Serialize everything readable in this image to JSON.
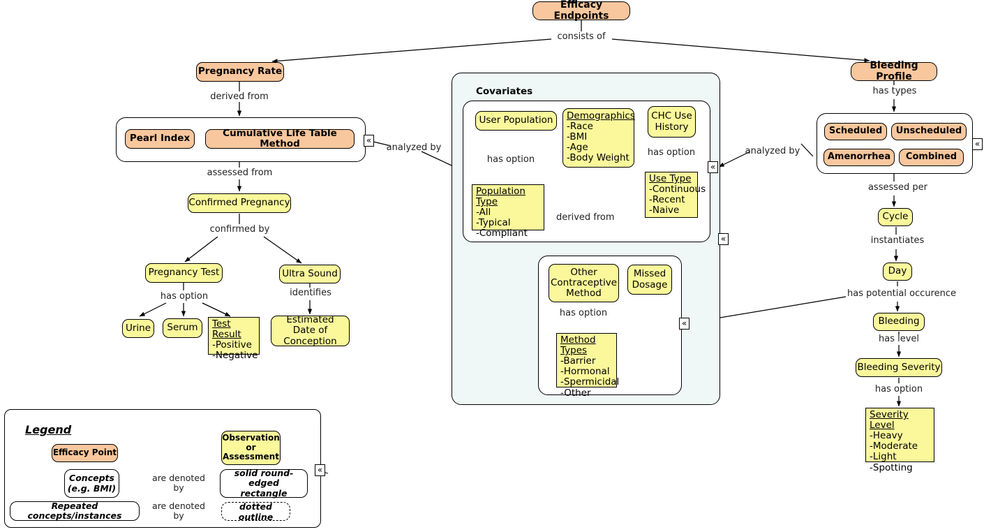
{
  "title_node": {
    "label": "Efficacy Endpoints"
  },
  "root_edge": {
    "label": "consists of"
  },
  "branches": {
    "pregnancy_rate": {
      "label": "Pregnancy Rate"
    },
    "bleeding_profile": {
      "label": "Bleeding Profile"
    }
  },
  "left_branch": {
    "edge_derived_from": "derived from",
    "methods_group": [
      {
        "label": "Pearl Index"
      },
      {
        "label": "Cumulative Life Table Method"
      }
    ],
    "edge_analyzed_by": "analyzed by",
    "edge_assessed_from": "assessed from",
    "confirmed_pregnancy": "Confirmed Pregnancy",
    "edge_confirmed_by": "confirmed by",
    "pregnancy_test": "Pregnancy Test",
    "ultra_sound": "Ultra Sound",
    "edge_has_option": "has option",
    "edge_identifies": "identifies",
    "urine": "Urine",
    "serum": "Serum",
    "test_result": {
      "header": "Test Result",
      "items": [
        "-Positive",
        "-Negative"
      ]
    },
    "estimated_date": "Estimated Date of Conception"
  },
  "covariates": {
    "lane_title": "Covariates",
    "user_population": "User Population",
    "edge_has_option_pop": "has option",
    "population_type": {
      "header": "Population Type",
      "items": [
        "-All",
        "-Typical",
        "-Compliant"
      ]
    },
    "demographics": {
      "header": "Demographics",
      "items": [
        "-Race",
        "-BMI",
        "-Age",
        "-Body Weight"
      ]
    },
    "chc_use_history": "CHC Use History",
    "edge_has_option_chc": "has option",
    "use_type": {
      "header": "Use Type",
      "items": [
        "-Continuous",
        "-Recent",
        "-Naive"
      ]
    },
    "edge_derived_from": "derived from",
    "other_contraceptive_method": "Other Contraceptive Method",
    "missed_dosage": "Missed Dosage",
    "edge_has_option_method": "has option",
    "method_types": {
      "header": "Method Types",
      "items": [
        "-Barrier",
        "-Hormonal",
        "-Spermicidal",
        "-Other"
      ]
    }
  },
  "right_branch": {
    "edge_has_types": "has types",
    "types_group": [
      {
        "label": "Scheduled"
      },
      {
        "label": "Unscheduled"
      },
      {
        "label": "Amenorrhea"
      },
      {
        "label": "Combined"
      }
    ],
    "edge_analyzed_by": "analyzed by",
    "edge_assessed_per": "assessed per",
    "cycle": "Cycle",
    "edge_instantiates": "instantiates",
    "day": "Day",
    "edge_has_potential_occurence": "has potential occurence",
    "bleeding": "Bleeding",
    "edge_has_level": "has level",
    "bleeding_severity": "Bleeding Severity",
    "edge_has_option": "has option",
    "severity_level": {
      "header": "Severity Level",
      "items": [
        "-Heavy",
        "-Moderate",
        "-Light",
        "-Spotting"
      ]
    }
  },
  "legend": {
    "title": "Legend",
    "efficacy_point": "Efficacy Point",
    "observation": "Observation or Assessment",
    "concepts": "Concepts (e.g. BMI)",
    "concepts_line1": "Concepts",
    "concepts_line2": "(e.g. BMI)",
    "repeated": "Repeated concepts/instances",
    "denoted_by": "are denoted by",
    "solid_rect_line1": "solid round-edged",
    "solid_rect_line2": "rectangle",
    "dotted_outline": "dotted outline"
  },
  "markers": {
    "glyph": "«",
    "meaning": "repeated concept marker"
  },
  "colors": {
    "efficacy_fill": "#F9C79D",
    "observation_fill": "#FAF89B",
    "lane_fill": "#EFF8F6",
    "stroke": "#000000",
    "background": "#FFFFFF"
  }
}
